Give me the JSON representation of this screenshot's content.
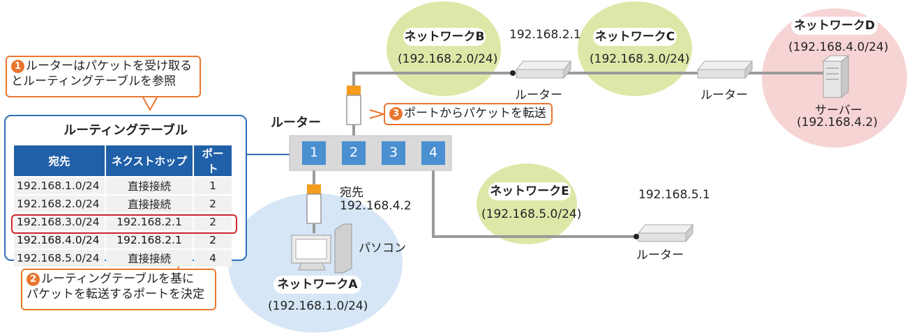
{
  "router_main": {
    "label": "ルーター",
    "ports": [
      "1",
      "2",
      "3",
      "4"
    ]
  },
  "callouts": {
    "c1": {
      "number": "1",
      "line1": "ルーターはパケットを受け取る",
      "line2": "とルーティングテーブルを参照"
    },
    "c2": {
      "number": "2",
      "line1": "ルーティングテーブルを基に",
      "line2": "パケットを転送するポートを決定"
    },
    "c3": {
      "number": "3",
      "text": "ポートからパケットを転送"
    }
  },
  "routing_table": {
    "title": "ルーティングテーブル",
    "headers": [
      "宛先",
      "ネクストホップ",
      "ポート"
    ],
    "rows": [
      [
        "192.168.1.0/24",
        "直接接続",
        "1"
      ],
      [
        "192.168.2.0/24",
        "直接接続",
        "2"
      ],
      [
        "192.168.3.0/24",
        "192.168.2.1",
        "2"
      ],
      [
        "192.168.4.0/24",
        "192.168.2.1",
        "2"
      ],
      [
        "192.168.5.0/24",
        "直接接続",
        "4"
      ]
    ],
    "highlighted_row": 3
  },
  "networks": {
    "A": {
      "name": "ネットワークA",
      "cidr": "(192.168.1.0/24)"
    },
    "B": {
      "name": "ネットワークB",
      "cidr": "(192.168.2.0/24)"
    },
    "C": {
      "name": "ネットワークC",
      "cidr": "(192.168.3.0/24)"
    },
    "D": {
      "name": "ネットワークD",
      "cidr": "(192.168.4.0/24)"
    },
    "E": {
      "name": "ネットワークE",
      "cidr": "(192.168.5.0/24)"
    }
  },
  "routers": {
    "r1": {
      "label": "ルーター",
      "ip": "192.168.2.1"
    },
    "r2": {
      "label": "ルーター"
    },
    "r3": {
      "label": "ルーター",
      "ip": "192.168.5.1"
    }
  },
  "server": {
    "label": "サーバー",
    "ip": "(192.168.4.2)"
  },
  "pc": {
    "label": "パソコン"
  },
  "packet": {
    "dest_label": "宛先",
    "dest_ip": "192.168.4.2"
  },
  "colors": {
    "orange": "#e8762d",
    "blue": "#2d6fb5",
    "green": "#dde8a8",
    "pink": "#f7d4d4",
    "lightblue": "#d6e6f6",
    "red": "#d0262f"
  }
}
